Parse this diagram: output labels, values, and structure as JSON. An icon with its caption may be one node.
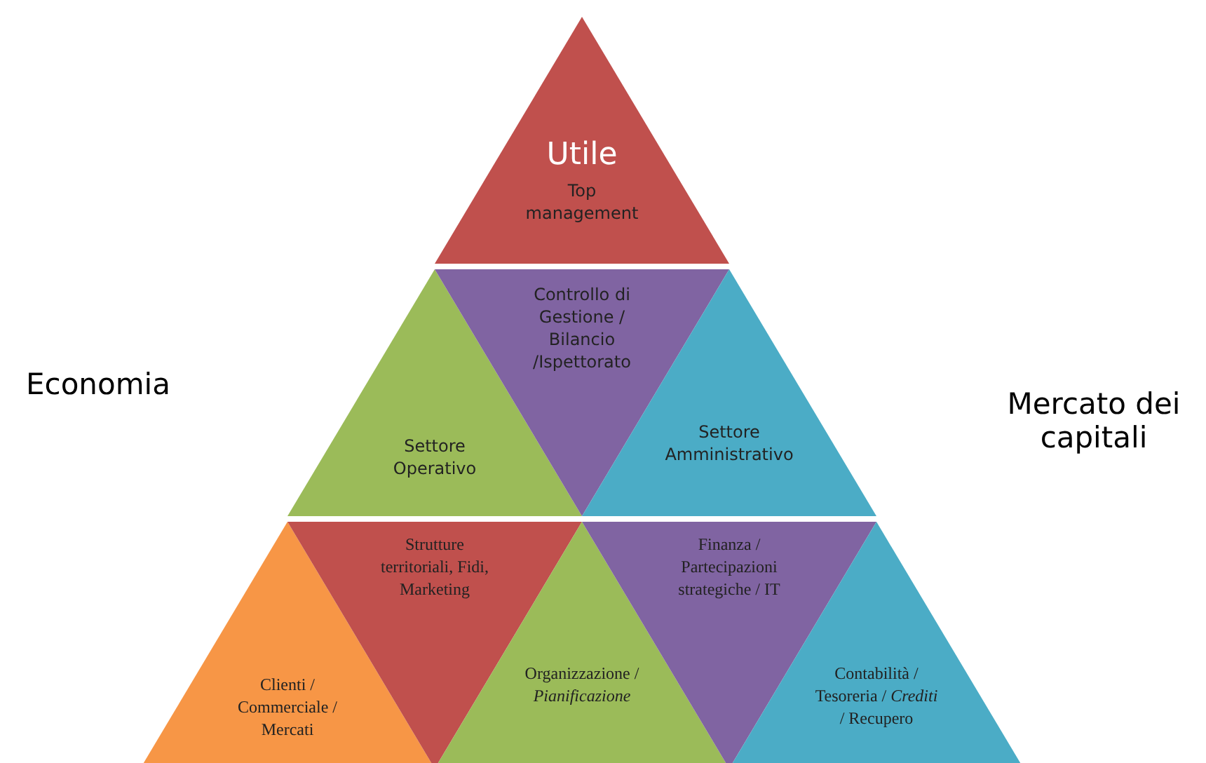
{
  "diagram": {
    "nodes": [
      {
        "text": [
          "Utile",
          "Top management"
        ]
      },
      {
        "text": [
          "Settore Operativo"
        ]
      },
      {
        "text": [
          "Controllo di Gestione / Bilancio /Ispettorato"
        ]
      },
      {
        "text": [
          "Settore Amministrativo"
        ]
      },
      {
        "text": [
          "Clienti / Commerciale / Mercati"
        ]
      },
      {
        "text": [
          "Strutture territoriali, Fidi, Marketing"
        ]
      },
      {
        "text": [
          "Organizzazione / *Pianificazione*"
        ]
      },
      {
        "text": [
          "Finanza / Partecipazioni strategiche / IT"
        ]
      },
      {
        "text": [
          "Contabilità / Tesoreria / *Crediti* / Recupero"
        ]
      }
    ],
    "labels": [
      "Economia",
      "Mercato dei capitali"
    ]
  }
}
